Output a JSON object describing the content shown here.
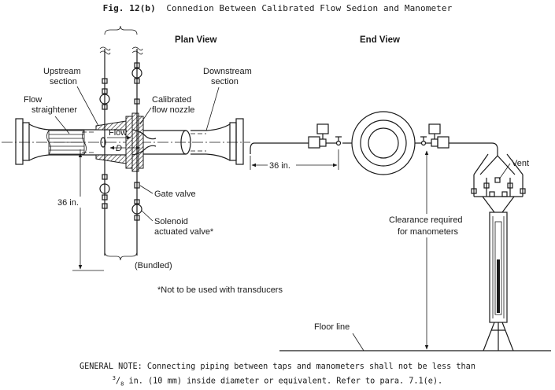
{
  "figure": {
    "number": "Fig. 12(b)",
    "title": "Connedion Between Calibrated Flow Sedion and Manometer"
  },
  "views": {
    "plan": "Plan View",
    "end": "End View"
  },
  "labels": {
    "upstream_section_1": "Upstream",
    "upstream_section_2": "section",
    "downstream_section_1": "Downstream",
    "downstream_section_2": "section",
    "flow_straightener_1": "Flow",
    "flow_straightener_2": "straightener",
    "calibrated_nozzle_1": "Calibrated",
    "calibrated_nozzle_2": "flow nozzle",
    "flow": "Flow",
    "diameter": "D",
    "gate_valve": "Gate valve",
    "solenoid_valve_1": "Solenoid",
    "solenoid_valve_2": "actuated valve*",
    "bundled": "(Bundled)",
    "dim_36_plan": "36 in.",
    "dim_36_end": "36 in.",
    "vent": "Vent",
    "clearance_1": "Clearance required",
    "clearance_2": "for manometers",
    "floor_line": "Floor line",
    "footnote": "*Not to be used with transducers"
  },
  "general_note": {
    "prefix": "GENERAL NOTE: Connecting piping between taps and manometers shall not be less than",
    "frac_num": "3",
    "frac_den": "8",
    "suffix": " in. (10 mm) inside diameter or equivalent. Refer to para. 7.1(e)."
  }
}
